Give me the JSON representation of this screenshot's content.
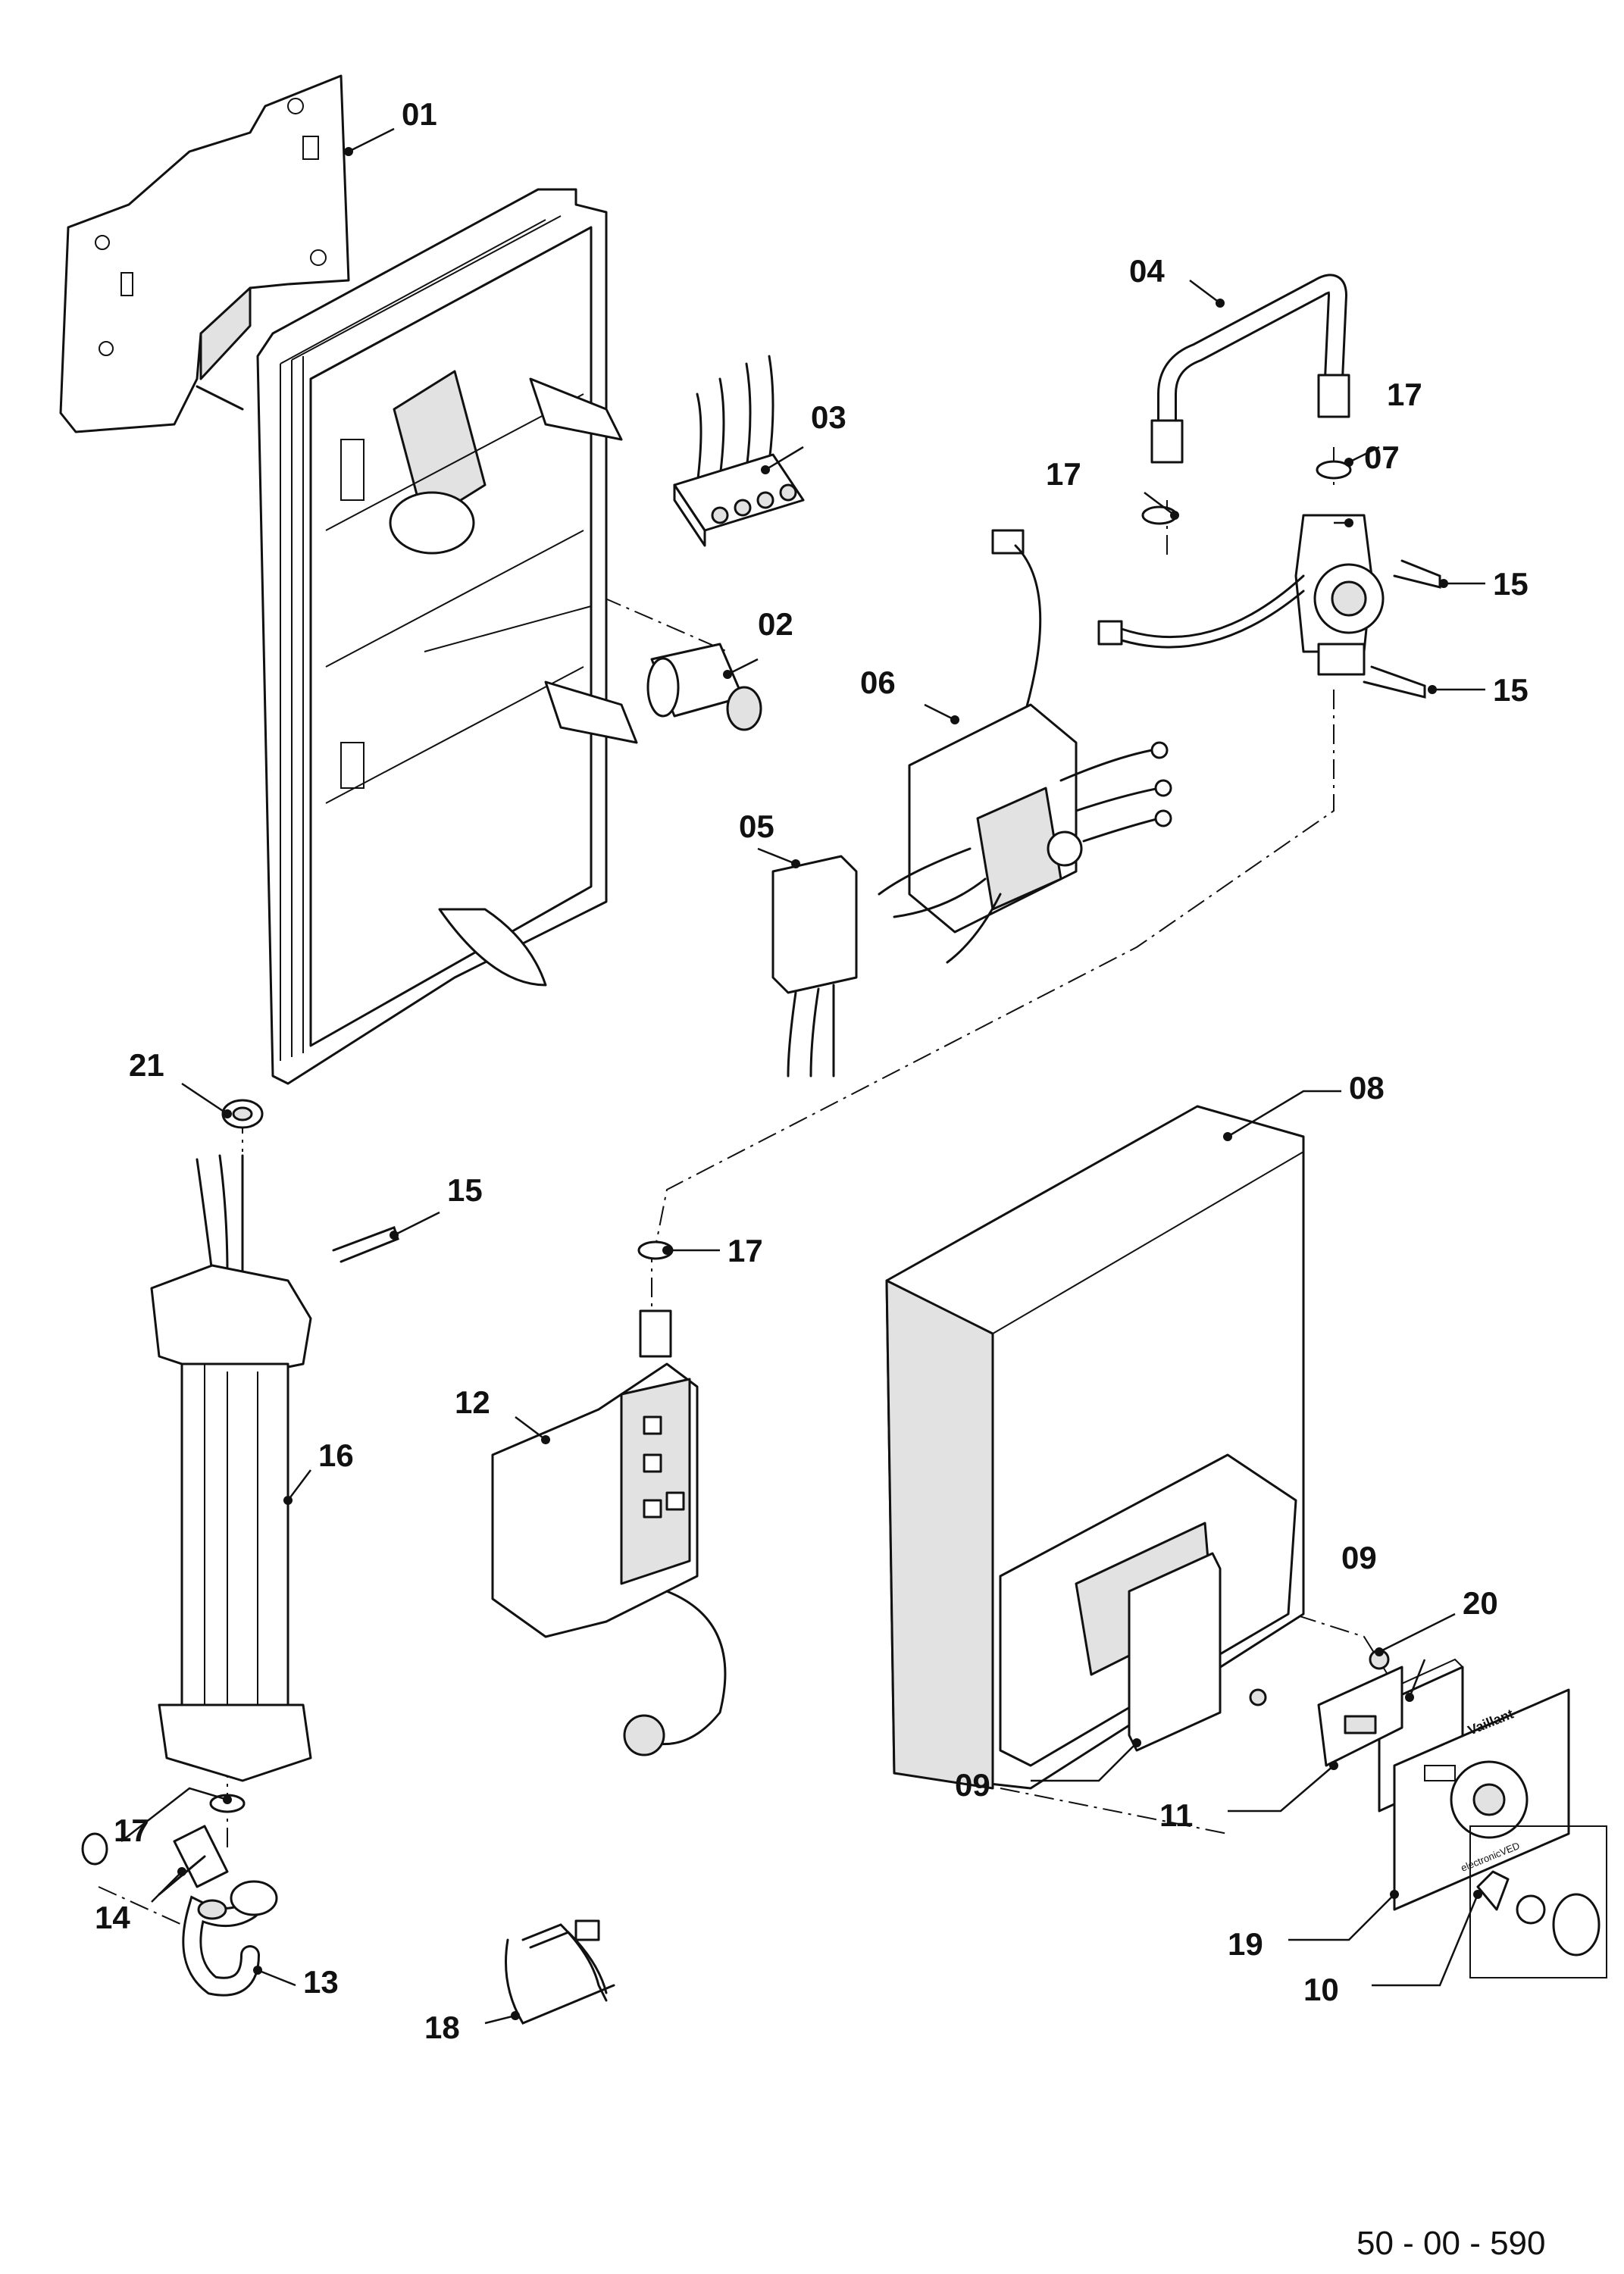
{
  "diagram": {
    "reference_code": "50 - 00 - 590",
    "brand_mark": "Vaillant",
    "panel_text": "electronicVED",
    "colors": {
      "line": "#111111",
      "shade": "#e2e2e2",
      "background": "#ffffff"
    }
  },
  "callouts": {
    "c01": "01",
    "c02": "02",
    "c03": "03",
    "c04": "04",
    "c05": "05",
    "c06": "06",
    "c07": "07",
    "c08": "08",
    "c09a": "09",
    "c09b": "09",
    "c10": "10",
    "c11": "11",
    "c12": "12",
    "c13": "13",
    "c14": "14",
    "c15a": "15",
    "c15b": "15",
    "c15c": "15",
    "c16": "16",
    "c17a": "17",
    "c17b": "17",
    "c17c": "17",
    "c17d": "17",
    "c18": "18",
    "c19": "19",
    "c20": "20",
    "c21": "21"
  }
}
